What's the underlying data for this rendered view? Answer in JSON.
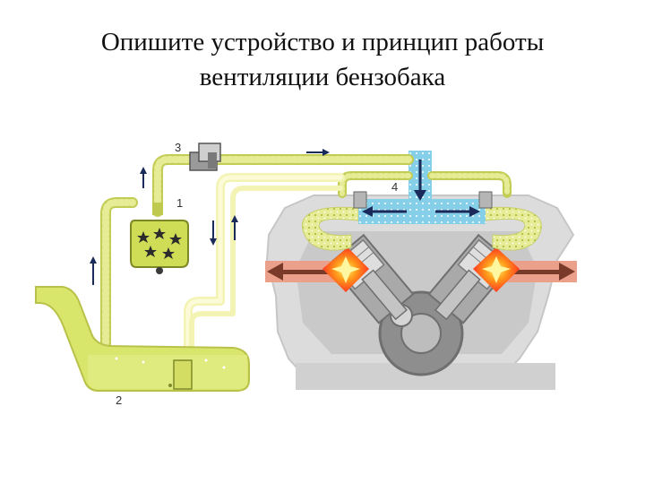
{
  "title": {
    "line1": "Опишите устройство и принцип работы",
    "line2": "вентиляции бензобака"
  },
  "diagram": {
    "labels": {
      "canister": "1",
      "tank": "2",
      "valve": "3",
      "manifold": "4"
    },
    "colors": {
      "fuel_vapor": "#e8ee9a",
      "vapor_dots": "#9aa82a",
      "tank_fill": "#d6e66a",
      "canister_fill": "#cfdc55",
      "intake_air": "#7fcbe8",
      "combustion": "#ff3b1f",
      "exhaust": "#e8826a",
      "engine_body": "#d9d9d9",
      "engine_dark": "#8f8f8f"
    }
  }
}
